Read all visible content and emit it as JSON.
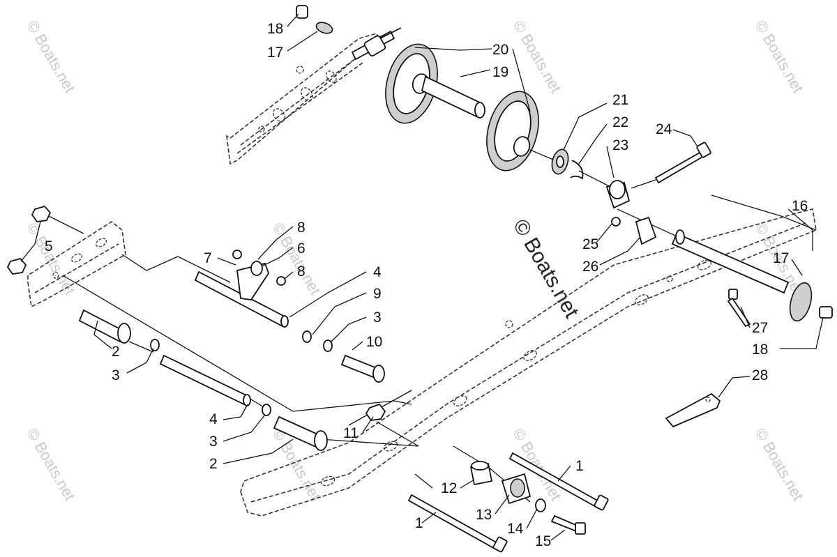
{
  "watermarks": {
    "corner_text": "© Boats.net",
    "center_text": "© Boats.net"
  },
  "callouts": [
    {
      "id": "c18a",
      "label": "18"
    },
    {
      "id": "c17a",
      "label": "17"
    },
    {
      "id": "c20",
      "label": "20"
    },
    {
      "id": "c19",
      "label": "19"
    },
    {
      "id": "c21",
      "label": "21"
    },
    {
      "id": "c22",
      "label": "22"
    },
    {
      "id": "c23",
      "label": "23"
    },
    {
      "id": "c24",
      "label": "24"
    },
    {
      "id": "c16",
      "label": "16"
    },
    {
      "id": "c8a",
      "label": "8"
    },
    {
      "id": "c6",
      "label": "6"
    },
    {
      "id": "c7",
      "label": "7"
    },
    {
      "id": "c8b",
      "label": "8"
    },
    {
      "id": "c5",
      "label": "5"
    },
    {
      "id": "c4a",
      "label": "4"
    },
    {
      "id": "c9",
      "label": "9"
    },
    {
      "id": "c3a",
      "label": "3"
    },
    {
      "id": "c10",
      "label": "10"
    },
    {
      "id": "c25",
      "label": "25"
    },
    {
      "id": "c26",
      "label": "26"
    },
    {
      "id": "c17b",
      "label": "17"
    },
    {
      "id": "c27",
      "label": "27"
    },
    {
      "id": "c18b",
      "label": "18"
    },
    {
      "id": "c28",
      "label": "28"
    },
    {
      "id": "c2a",
      "label": "2"
    },
    {
      "id": "c3b",
      "label": "3"
    },
    {
      "id": "c4b",
      "label": "4"
    },
    {
      "id": "c3c",
      "label": "3"
    },
    {
      "id": "c2b",
      "label": "2"
    },
    {
      "id": "c11",
      "label": "11"
    },
    {
      "id": "c1a",
      "label": "1"
    },
    {
      "id": "c12",
      "label": "12"
    },
    {
      "id": "c13",
      "label": "13"
    },
    {
      "id": "c14",
      "label": "14"
    },
    {
      "id": "c15",
      "label": "15"
    },
    {
      "id": "c1b",
      "label": "1"
    }
  ]
}
